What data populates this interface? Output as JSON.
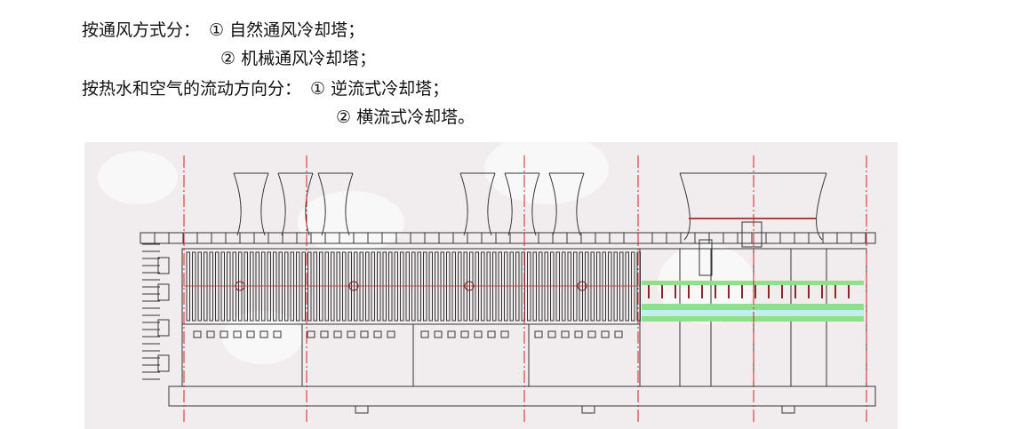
{
  "classification": {
    "by_ventilation": {
      "label": "按通风方式分：",
      "items": [
        "① 自然通风冷却塔；",
        "② 机械通风冷却塔；"
      ]
    },
    "by_flow_direction": {
      "label": "按热水和空气的流动方向分：",
      "items": [
        "① 逆流式冷却塔；",
        "② 横流式冷却塔。"
      ]
    }
  },
  "figure": {
    "line_color": "#333333",
    "centerline_color": "#d42020",
    "fill_color": "#8fe08a",
    "water_color": "#bfeff0",
    "background_color": "#f1edef"
  }
}
